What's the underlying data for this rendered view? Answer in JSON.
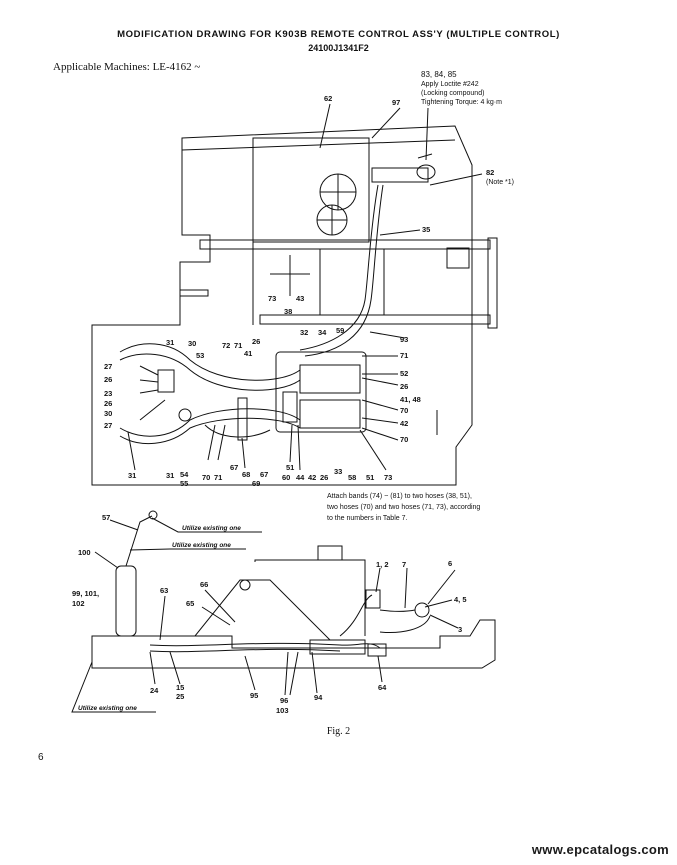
{
  "header": {
    "title": "MODIFICATION DRAWING FOR K903B REMOTE CONTROL ASS'Y (MULTIPLE CONTROL)",
    "doc_number": "24100J1341F2",
    "applicable": "Applicable Machines:  LE-4162 ~"
  },
  "notes": {
    "loctite_parts": "83, 84, 85",
    "loctite_line1": "Apply Loctite #242",
    "loctite_line2": "(Locking compound)",
    "loctite_line3": "Tightening Torque:  4 kg·m",
    "note_ref": "(Note  *1)",
    "bands_line1": "Attach bands (74) ~ (81) to two hoses (38, 51),",
    "bands_line2": "two hoses (70) and two hoses (71, 73), according",
    "bands_line3": "to the numbers in Table 7."
  },
  "labels": {
    "l62": "62",
    "l97": "97",
    "l82": "82",
    "l35": "35",
    "l73a": "73",
    "l43": "43",
    "l38": "38",
    "l32": "32",
    "l34": "34",
    "l59": "59",
    "l93": "93",
    "l31a": "31",
    "l30a": "30",
    "l72": "72",
    "l71a": "71",
    "l26a": "26",
    "l41a": "41",
    "l71b": "71",
    "l53": "53",
    "l27a": "27",
    "l26b": "26",
    "l23": "23",
    "l26c": "26",
    "l30b": "30",
    "l27b": "27",
    "l52": "52",
    "l26d": "26",
    "l4148": "41, 48",
    "l70a": "70",
    "l42a": "42",
    "l70b": "70",
    "l31b": "31",
    "l31c": "31",
    "l54": "54",
    "l55": "55",
    "l70c": "70",
    "l71c": "71",
    "l67a": "67",
    "l68": "68",
    "l67b": "67",
    "l69": "69",
    "l51a": "51",
    "l60": "60",
    "l44": "44",
    "l42b": "42",
    "l26e": "26",
    "l33": "33",
    "l58": "58",
    "l51b": "51",
    "l73b": "73",
    "l57": "57",
    "l100": "100",
    "l99": "99, 101,",
    "l102": "102",
    "l63": "63",
    "l66": "66",
    "l65": "65",
    "l12": "1, 2",
    "l7": "7",
    "l6": "6",
    "l45": "4, 5",
    "l3": "3",
    "l64": "64",
    "l24": "24",
    "l1525": "15",
    "l25": "25",
    "l95": "95",
    "l96": "96",
    "l103": "103",
    "l94": "94"
  },
  "callouts": {
    "existing1": "Utilize existing one",
    "existing2": "Utilize existing one",
    "existing3": "Utilize existing one"
  },
  "footer": {
    "figure": "Fig. 2",
    "page": "6",
    "watermark": "www.epcatalogs.com"
  }
}
